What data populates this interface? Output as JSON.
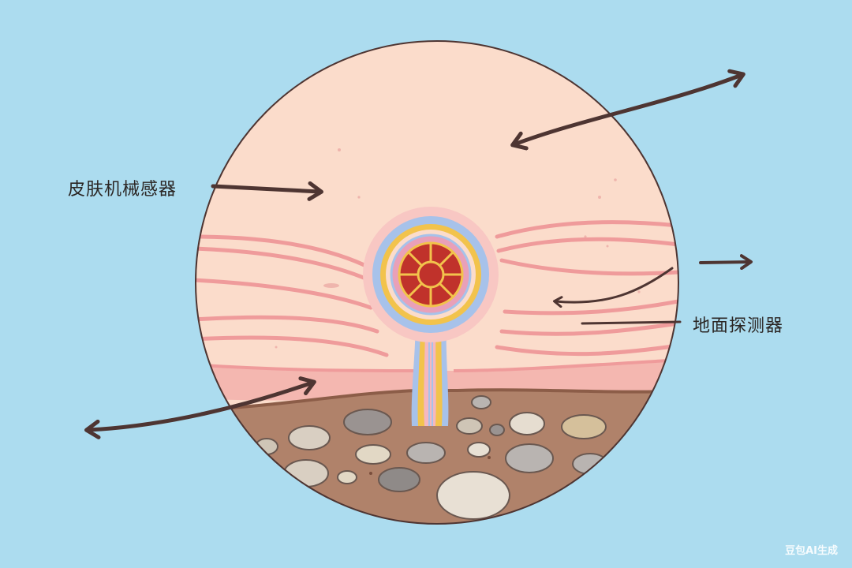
{
  "labels": {
    "skin_mechanoreceptor": "皮肤机械感器",
    "ground_detector": "地面探测器"
  },
  "watermark": "豆包AI生成",
  "colors": {
    "background": "#acdcef",
    "skin": "#fbdccb",
    "skin_line": "#ef9b9b",
    "soil": "#b0826a",
    "arrow": "#4e3532",
    "receptor_core": "#c0322b",
    "receptor_ring_gold": "#f2c34c",
    "receptor_ring_blue": "#a7c2ea"
  }
}
